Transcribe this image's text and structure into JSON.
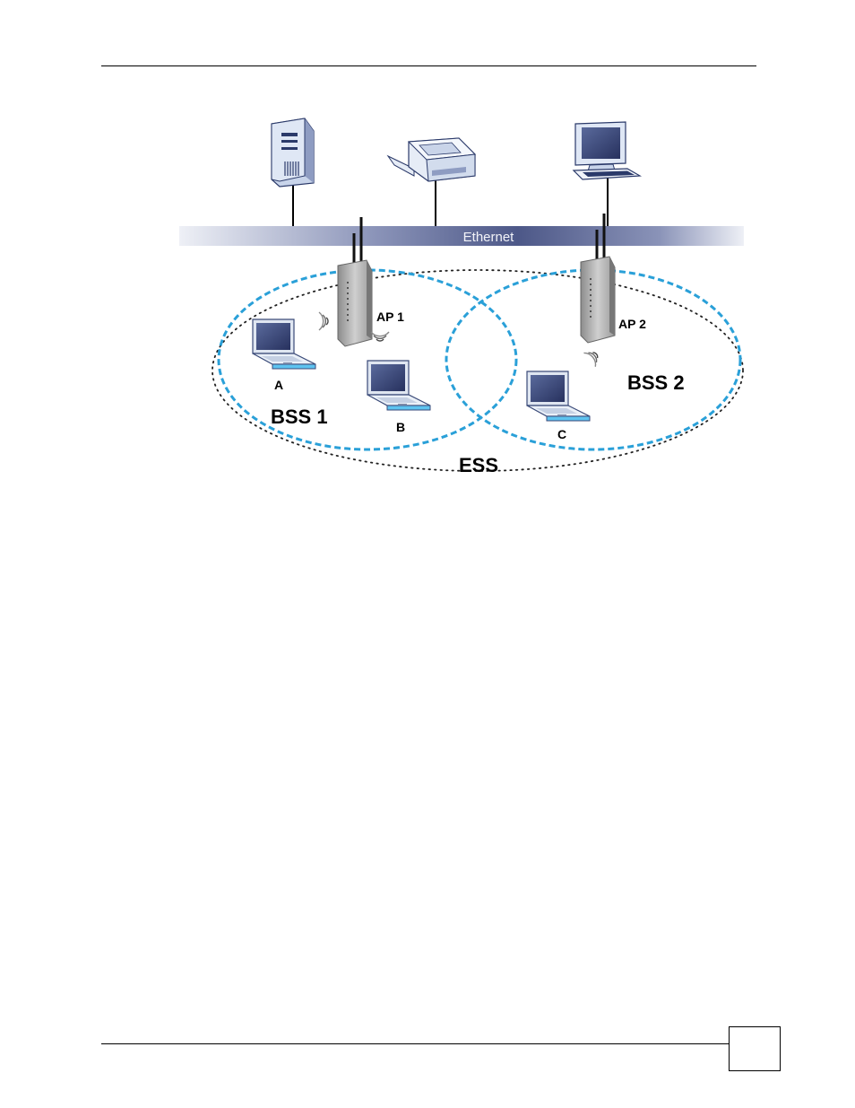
{
  "diagram": {
    "ethernet_label": "Ethernet",
    "ap1_label": "AP 1",
    "ap2_label": "AP 2",
    "bss1_label": "BSS 1",
    "bss2_label": "BSS 2",
    "ess_label": "ESS",
    "station_a_label": "A",
    "station_b_label": "B",
    "station_c_label": "C",
    "bss_ring_color": "#2aa0d8",
    "backbone_color": "#5c6796",
    "icons": [
      "server-icon",
      "printer-icon",
      "desktop-computer-icon",
      "access-point-icon",
      "laptop-icon",
      "wifi-signal-icon"
    ]
  },
  "footer": {
    "page_number": ""
  }
}
